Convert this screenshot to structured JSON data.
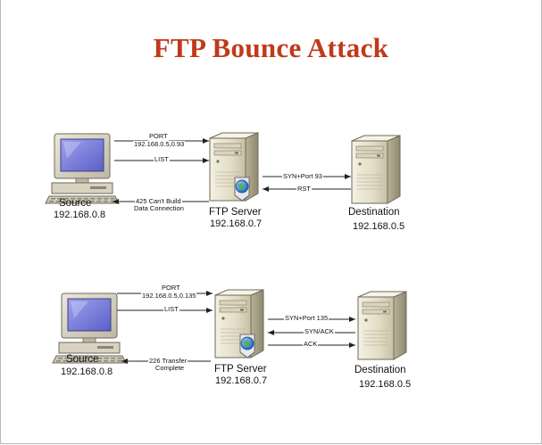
{
  "title": "FTP Bounce Attack",
  "colors": {
    "title": "#c0391b",
    "server_body": "#e9e4d0",
    "monitor_screen": "#7b7fd6"
  },
  "icons": {
    "source": "desktop-computer-icon",
    "ftp_server": "server-tower-with-globe-icon",
    "destination": "server-tower-icon"
  },
  "scenarios": [
    {
      "source": {
        "label": "Source",
        "ip": "192.168.0.8"
      },
      "ftp_server": {
        "label": "FTP Server",
        "ip": "192.168.0.7"
      },
      "destination": {
        "label": "Destination",
        "ip": "192.168.0.5"
      },
      "client_messages": {
        "port_line1": "PORT",
        "port_line2": "192.168.0.5,0.93",
        "list": "LIST",
        "reply_line1": "425 Can't Build",
        "reply_line2": "Data Connection"
      },
      "server_messages": [
        "SYN+Port 93",
        "RST"
      ]
    },
    {
      "source": {
        "label": "Source",
        "ip": "192.168.0.8"
      },
      "ftp_server": {
        "label": "FTP Server",
        "ip": "192.168.0.7"
      },
      "destination": {
        "label": "Destination",
        "ip": "192.168.0.5"
      },
      "client_messages": {
        "port_line1": "PORT",
        "port_line2": "192.168.0.5,0.135",
        "list": "LIST",
        "reply_line1": "226 Transfer",
        "reply_line2": "Complete"
      },
      "server_messages": [
        "SYN+Port 135",
        "SYN/ACK",
        "ACK"
      ]
    }
  ]
}
